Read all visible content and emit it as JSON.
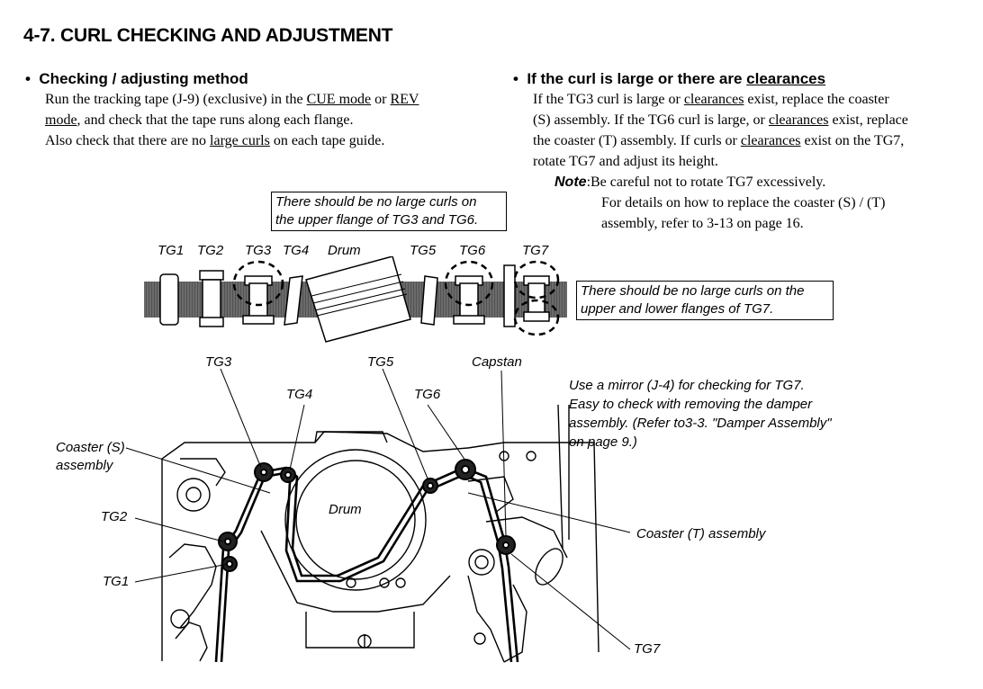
{
  "title": "4-7. CURL CHECKING AND ADJUSTMENT",
  "left": {
    "heading": "Checking / adjusting method",
    "line1_a": "Run the tracking tape (J-9) (exclusive) in the ",
    "line1_cue": "CUE mode",
    "line1_or": " or ",
    "line1_rev": "REV",
    "line2_mode": "mode",
    "line2_b": ", and check that the tape runs along each flange.",
    "line3_a": "Also check that there are no ",
    "line3_u": "large curls",
    "line3_b": " on each tape guide."
  },
  "right": {
    "heading_a": "If the curl is large or there are ",
    "heading_u": "clearances",
    "l1_a": "If the TG3 curl is large or ",
    "l1_u": "clearances",
    "l1_b": " exist, replace the coaster",
    "l2_a": "(S) assembly. If the TG6 curl is large, or ",
    "l2_u": "clearances",
    "l2_b": " exist, replace",
    "l3_a": "the coaster (T) assembly. If curls or ",
    "l3_u": "clearances",
    "l3_b": " exist on the TG7,",
    "l4": "rotate TG7 and adjust its height.",
    "note_label": "Note",
    "note_text": ":Be careful not to rotate TG7 excessively.",
    "note_l2": "For details on how to replace the coaster (S) / (T)",
    "note_l3": "assembly, refer to 3-13 on page 16."
  },
  "callouts": {
    "tg3_tg6_l1": "There should be no large curls on",
    "tg3_tg6_l2": "the upper flange of TG3 and TG6.",
    "tg7_l1": "There should be no large curls on the",
    "tg7_l2": "upper and lower flanges of TG7."
  },
  "top_labels": {
    "tg1": "TG1",
    "tg2": "TG2",
    "tg3": "TG3",
    "tg4": "TG4",
    "drum": "Drum",
    "tg5": "TG5",
    "tg6": "TG6",
    "tg7": "TG7"
  },
  "mech_labels": {
    "tg3": "TG3",
    "tg5": "TG5",
    "capstan": "Capstan",
    "tg4": "TG4",
    "tg6": "TG6",
    "coaster_s_l1": "Coaster (S)",
    "coaster_s_l2": "assembly",
    "tg2": "TG2",
    "tg1": "TG1",
    "drum": "Drum",
    "coaster_t": "Coaster (T) assembly",
    "tg7": "TG7"
  },
  "mirror_note": {
    "l1": "Use a mirror (J-4) for checking for TG7.",
    "l2": "Easy to check with removing the damper",
    "l3": "assembly. (Refer to3-3. \"Damper Assembly\"",
    "l4": "on page 9.)"
  }
}
